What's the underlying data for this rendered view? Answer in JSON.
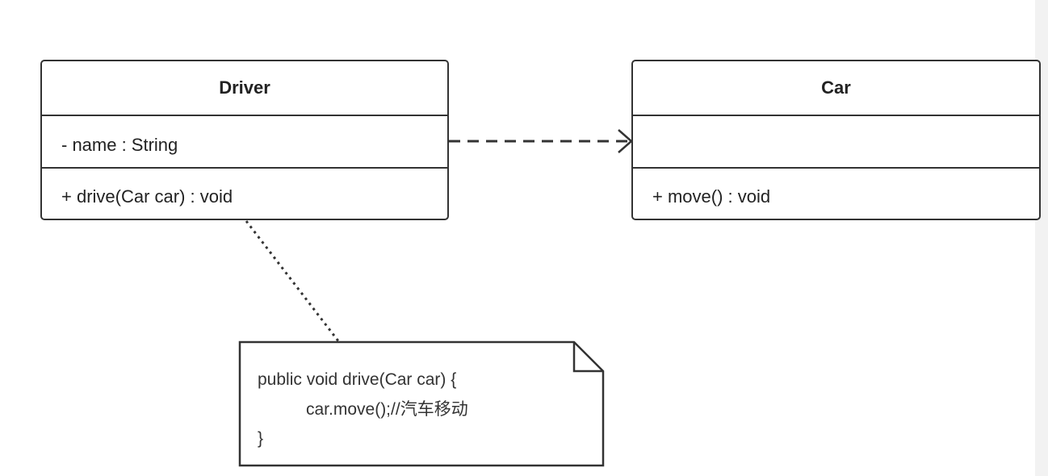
{
  "classes": {
    "driver": {
      "name": "Driver",
      "attributes": [
        "- name : String"
      ],
      "operations": [
        "+ drive(Car car) : void"
      ]
    },
    "car": {
      "name": "Car",
      "attributes": [],
      "operations": [
        "+ move() : void"
      ]
    }
  },
  "relations": {
    "dependency": {
      "from": "Driver",
      "to": "Car",
      "style": "dashed",
      "arrow": "open"
    },
    "note_link": {
      "from": "Driver",
      "to": "note",
      "style": "dotted"
    }
  },
  "note": {
    "line1": "public void drive(Car car) {",
    "line2": "car.move();//汽车移动",
    "line3": "}"
  },
  "colors": {
    "stroke": "#333333",
    "text": "#222222",
    "background": "#ffffff",
    "side_strip": "#f2f2f2"
  }
}
